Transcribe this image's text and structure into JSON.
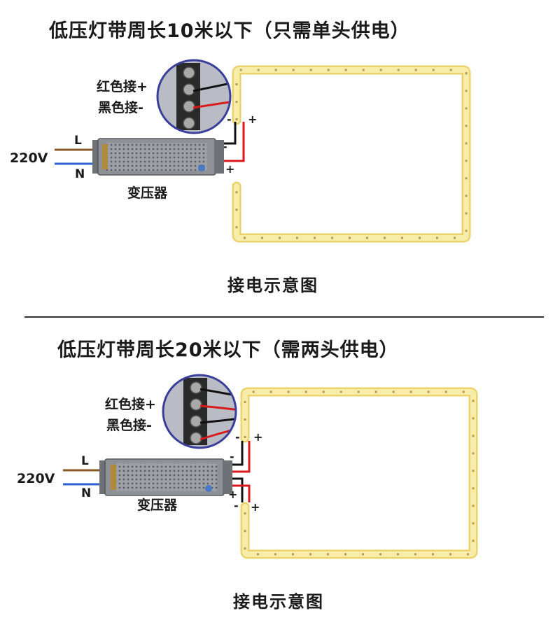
{
  "diagrams": [
    {
      "title": "低压灯带周长10米以下（只需单头供电）",
      "red_label": "红色接+",
      "black_label": "黑色接-",
      "voltage": "220V",
      "live": "L",
      "neutral": "N",
      "transformer_label": "变压器",
      "caption": "接电示意图",
      "plus": "+",
      "minus": "-"
    },
    {
      "title": "低压灯带周长20米以下（需两头供电）",
      "red_label": "红色接+",
      "black_label": "黑色接-",
      "voltage": "220V",
      "live": "L",
      "neutral": "N",
      "transformer_label": "变压器",
      "caption": "接电示意图",
      "plus": "+",
      "minus": "-"
    }
  ],
  "colors": {
    "strip_fill": "#f6e79a",
    "strip_edge": "#e9d36a",
    "strip_chip": "#c9a95a",
    "red_wire": "#d91a1a",
    "black_wire": "#111111",
    "brown_wire": "#8a5a2b",
    "blue_wire": "#2f5fd0",
    "transformer_body": "#8e9296",
    "zoom_circle_border": "#3a3f9c"
  }
}
